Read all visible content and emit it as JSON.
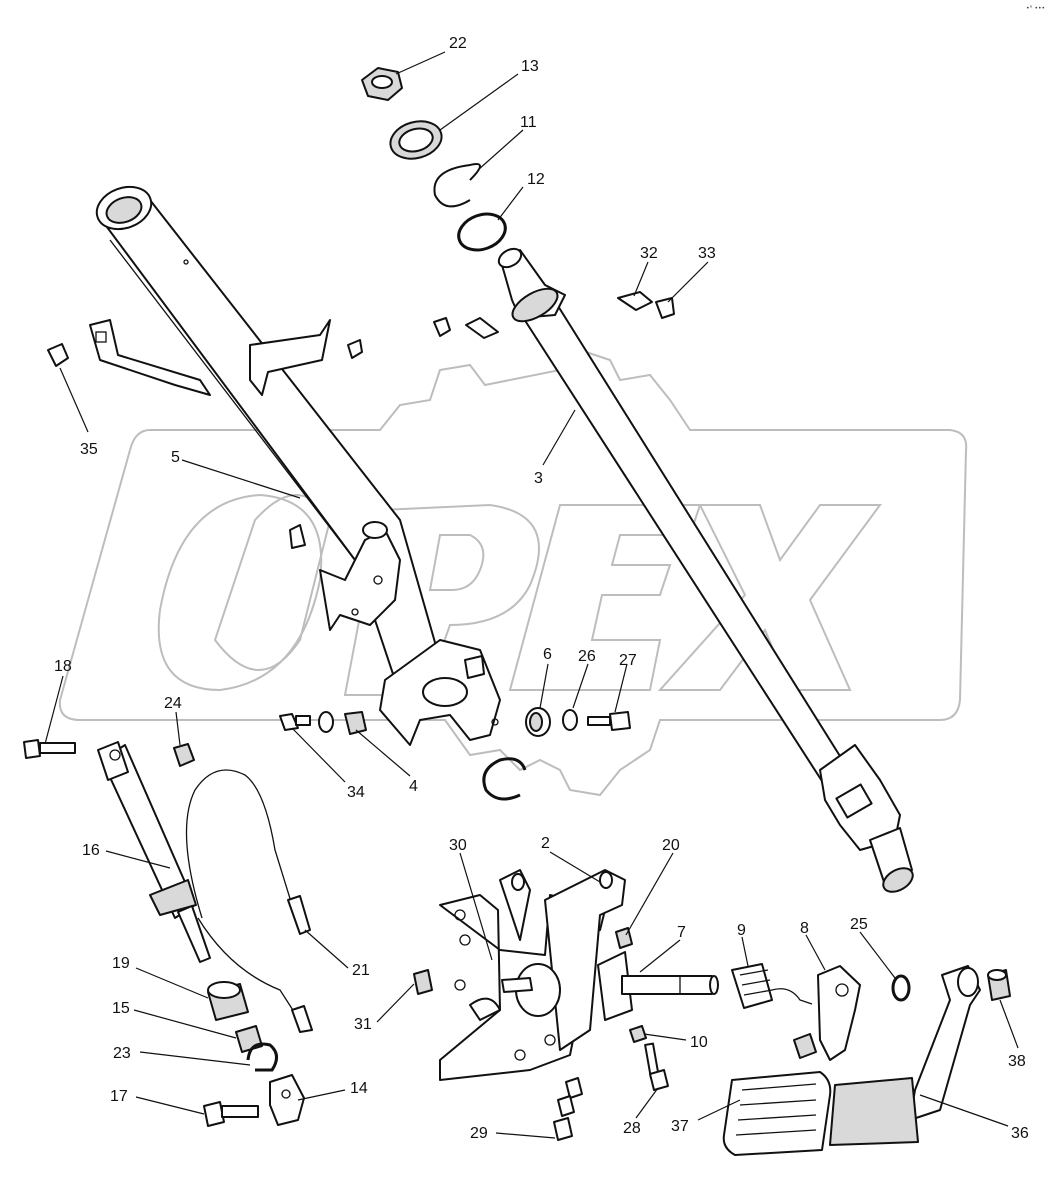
{
  "watermark": {
    "text": "OPEX",
    "color": "#bdbdbd"
  },
  "corner_mark": "•° •••",
  "line_color": "#111111",
  "callouts": {
    "c22": "22",
    "c13": "13",
    "c11": "11",
    "c12": "12",
    "c32": "32",
    "c33": "33",
    "c35": "35",
    "c3": "3",
    "c5": "5",
    "c18": "18",
    "c24": "24",
    "c6": "6",
    "c26": "26",
    "c27": "27",
    "c34": "34",
    "c4": "4",
    "c16": "16",
    "c21": "21",
    "c30": "30",
    "c2": "2",
    "c20": "20",
    "c7": "7",
    "c9": "9",
    "c8": "8",
    "c25": "25",
    "c19": "19",
    "c15": "15",
    "c23": "23",
    "c31": "31",
    "c10": "10",
    "c38": "38",
    "c17": "17",
    "c14": "14",
    "c29": "29",
    "c28": "28",
    "c37": "37",
    "c36": "36"
  }
}
